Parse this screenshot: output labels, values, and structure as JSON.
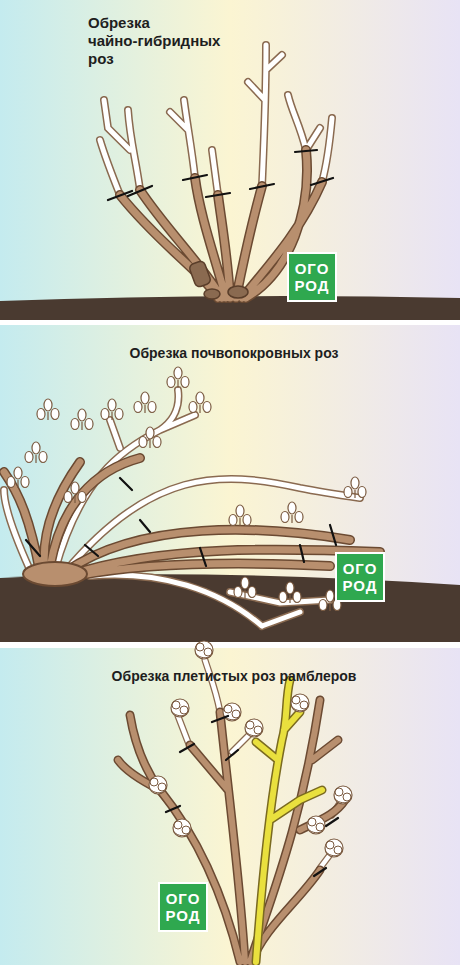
{
  "diagram": {
    "labels": [
      "Обрезка чайно-гибридных роз",
      "ОГО РОД",
      "Обрезка почвопокровных роз",
      "ОГО РОД",
      "Обрезка плетистых роз рамблеров",
      "ОГО РОД"
    ]
  }
}
